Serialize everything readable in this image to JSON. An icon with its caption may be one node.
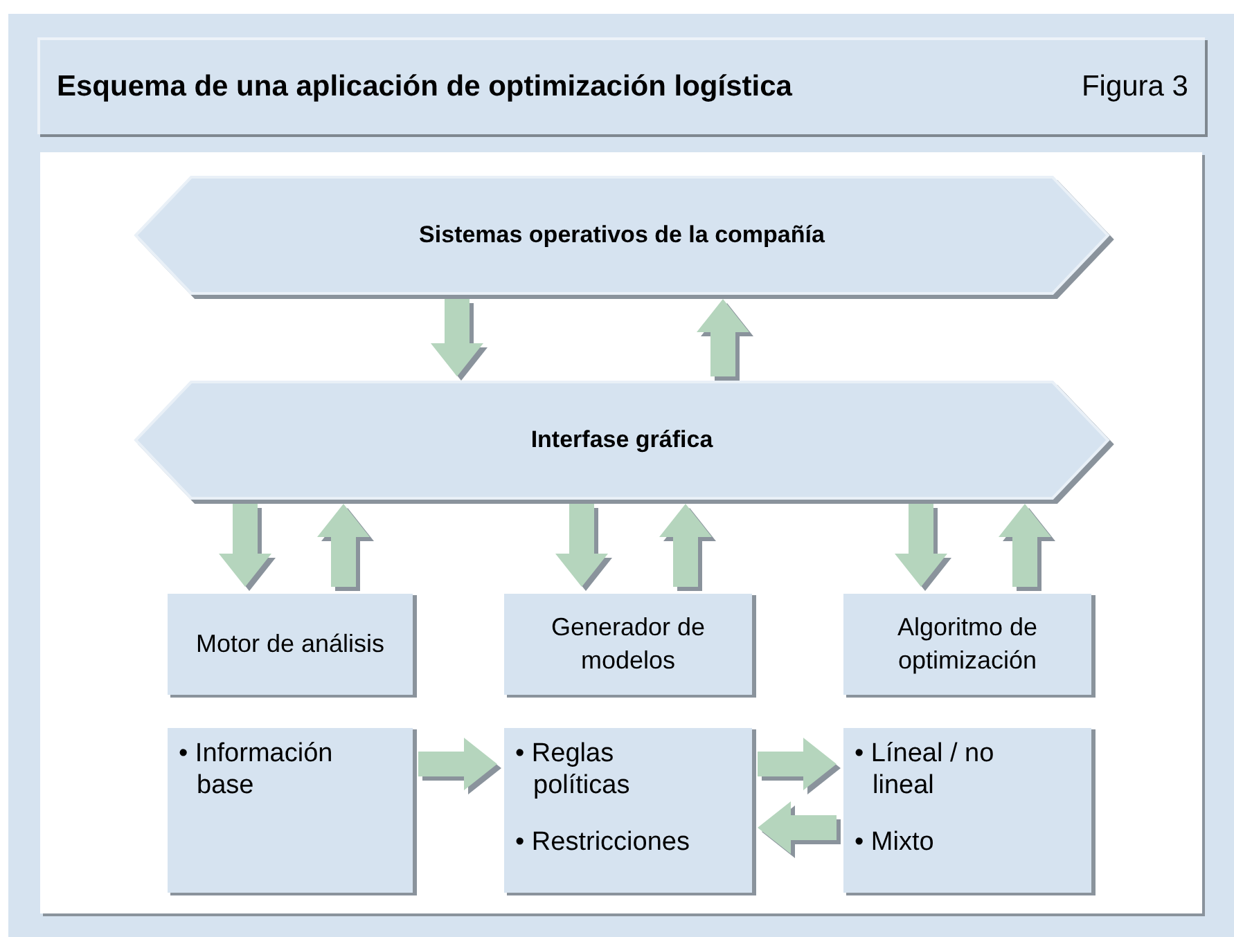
{
  "diagram": {
    "title": "Esquema de una aplicación de optimización logística",
    "nodes": [
      {
        "text": [
          "Sistemas operativos de la compañía"
        ]
      },
      {
        "text": [
          "Interfase gráfica"
        ]
      },
      {
        "text": [
          "Motor de análisis"
        ]
      },
      {
        "text": [
          "Generador de modelos"
        ]
      },
      {
        "text": [
          "Algoritmo de optimización"
        ]
      },
      {
        "text": [
          "• Información base"
        ]
      },
      {
        "text": [
          "• Reglas políticas",
          "• Restricciones"
        ]
      },
      {
        "text": [
          "• Líneal / no lineal",
          "• Mixto"
        ]
      }
    ],
    "edges": [
      {
        "from": 0,
        "to": 1,
        "arrow": "to"
      },
      {
        "from": 1,
        "to": 0,
        "arrow": "to"
      },
      {
        "from": 1,
        "to": 2,
        "arrow": "to"
      },
      {
        "from": 2,
        "to": 1,
        "arrow": "to"
      },
      {
        "from": 1,
        "to": 3,
        "arrow": "to"
      },
      {
        "from": 3,
        "to": 1,
        "arrow": "to"
      },
      {
        "from": 1,
        "to": 4,
        "arrow": "to"
      },
      {
        "from": 4,
        "to": 1,
        "arrow": "to"
      },
      {
        "from": 5,
        "to": 6,
        "arrow": "to"
      },
      {
        "from": 6,
        "to": 7,
        "arrow": "to"
      },
      {
        "from": 7,
        "to": 6,
        "arrow": "to"
      }
    ],
    "labels": [
      "Figura 3"
    ]
  }
}
